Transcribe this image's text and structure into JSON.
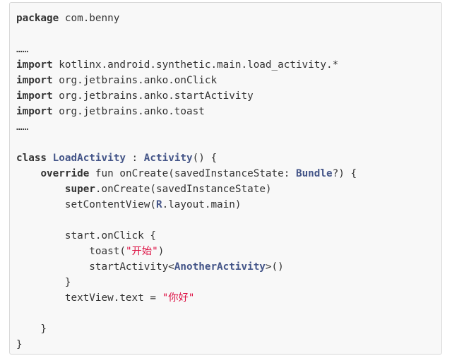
{
  "code": {
    "line1": {
      "kw": "package",
      "rest": " com.benny"
    },
    "line3": {
      "text": "……"
    },
    "line4": {
      "kw": "import",
      "rest": " kotlinx.android.synthetic.main.load_activity.*"
    },
    "line5": {
      "kw": "import",
      "rest": " org.jetbrains.anko.onClick"
    },
    "line6": {
      "kw": "import",
      "rest": " org.jetbrains.anko.startActivity"
    },
    "line7": {
      "kw": "import",
      "rest": " org.jetbrains.anko.toast"
    },
    "line8": {
      "text": "……"
    },
    "line10": {
      "kw": "class",
      "type1": "LoadActivity",
      "mid": " : ",
      "type2": "Activity",
      "rest": "() {"
    },
    "line11": {
      "indent": "    ",
      "kw": "override",
      "mid": " fun onCreate(savedInstanceState: ",
      "type": "Bundle",
      "rest": "?) {"
    },
    "line12": {
      "indent": "        ",
      "kw": "super",
      "rest": ".onCreate(savedInstanceState)"
    },
    "line13": {
      "indent": "        setContentView(",
      "type": "R",
      "rest": ".layout.main)"
    },
    "line15": {
      "text": "        start.onClick {"
    },
    "line16": {
      "pre": "            toast(",
      "str": "\"开始\"",
      "rest": ")"
    },
    "line17": {
      "pre": "            startActivity<",
      "type": "AnotherActivity",
      "rest": ">()"
    },
    "line18": {
      "text": "        }"
    },
    "line19": {
      "pre": "        textView.text = ",
      "str": "\"你好\""
    },
    "line21": {
      "text": "    }"
    },
    "line22": {
      "text": "}"
    }
  },
  "colors": {
    "background": "#f8f8f8",
    "border": "#d8d8d8",
    "text": "#333333",
    "type": "#445588",
    "string": "#dd1144"
  }
}
